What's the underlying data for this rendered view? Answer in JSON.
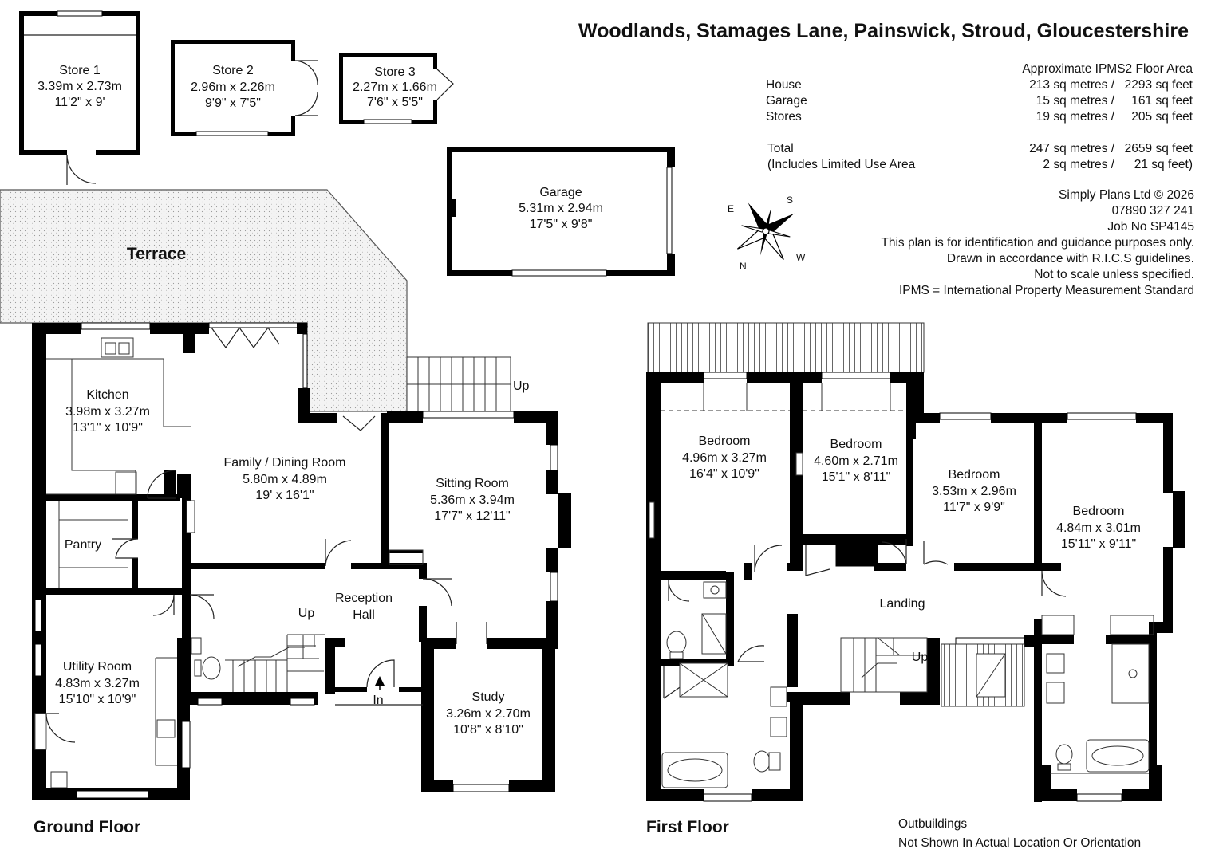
{
  "header": {
    "title": "Woodlands, Stamages Lane, Painswick, Stroud, Gloucestershire"
  },
  "area_table": {
    "heading": "Approximate IPMS2 Floor Area",
    "rows": [
      {
        "label": "House",
        "metric": "213 sq metres /",
        "imperial": "2293 sq feet"
      },
      {
        "label": "Garage",
        "metric": "15 sq metres /",
        "imperial": "161 sq feet"
      },
      {
        "label": "Stores",
        "metric": "19 sq metres /",
        "imperial": "205 sq feet"
      },
      {
        "label": "Total",
        "metric": "247 sq metres /",
        "imperial": "2659 sq feet"
      },
      {
        "label": "(Includes Limited Use Area",
        "metric": "2 sq metres /",
        "imperial": "21 sq feet)"
      }
    ]
  },
  "notes": [
    "Simply Plans Ltd © 2026",
    "07890 327 241",
    "Job No SP4145",
    "This plan is for identification and guidance purposes only.",
    "Drawn in accordance with R.I.C.S guidelines.",
    "Not to scale unless specified.",
    "IPMS = International Property Measurement Standard"
  ],
  "compass": {
    "icon": "compass-rose-icon",
    "n": "N",
    "e": "E",
    "s": "S",
    "w": "W"
  },
  "floors": {
    "ground": "Ground Floor",
    "first": "First Floor"
  },
  "outbuildings_note": [
    "Outbuildings",
    "Not Shown In Actual Location Or Orientation"
  ],
  "outbuildings": {
    "store1": {
      "name": "Store 1",
      "metric": "3.39m x 2.73m",
      "imperial": "11'2\" x 9'"
    },
    "store2": {
      "name": "Store 2",
      "metric": "2.96m x 2.26m",
      "imperial": "9'9\" x 7'5\""
    },
    "store3": {
      "name": "Store 3",
      "metric": "2.27m x 1.66m",
      "imperial": "7'6\" x 5'5\""
    },
    "garage": {
      "name": "Garage",
      "metric": "5.31m x 2.94m",
      "imperial": "17'5\" x 9'8\""
    }
  },
  "ground_floor": {
    "terrace": "Terrace",
    "kitchen": {
      "name": "Kitchen",
      "metric": "3.98m x 3.27m",
      "imperial": "13'1\" x 10'9\""
    },
    "family": {
      "name": "Family / Dining Room",
      "metric": "5.80m x 4.89m",
      "imperial": "19' x 16'1\""
    },
    "sitting": {
      "name": "Sitting Room",
      "metric": "5.36m x 3.94m",
      "imperial": "17'7\" x 12'11\""
    },
    "pantry": {
      "name": "Pantry"
    },
    "reception": {
      "name": "Reception",
      "name2": "Hall"
    },
    "utility": {
      "name": "Utility Room",
      "metric": "4.83m x 3.27m",
      "imperial": "15'10\" x 10'9\""
    },
    "study": {
      "name": "Study",
      "metric": "3.26m x 2.70m",
      "imperial": "10'8\" x 8'10\""
    },
    "up_stairs": "Up",
    "up_terrace": "Up",
    "in": "In"
  },
  "first_floor": {
    "bed1": {
      "name": "Bedroom",
      "metric": "4.96m x 3.27m",
      "imperial": "16'4\" x 10'9\""
    },
    "bed2": {
      "name": "Bedroom",
      "metric": "4.60m x 2.71m",
      "imperial": "15'1\" x 8'11\""
    },
    "bed3": {
      "name": "Bedroom",
      "metric": "3.53m x 2.96m",
      "imperial": "11'7\" x 9'9\""
    },
    "bed4": {
      "name": "Bedroom",
      "metric": "4.84m x 3.01m",
      "imperial": "15'11\" x 9'11\""
    },
    "landing": "Landing",
    "up": "Up"
  }
}
